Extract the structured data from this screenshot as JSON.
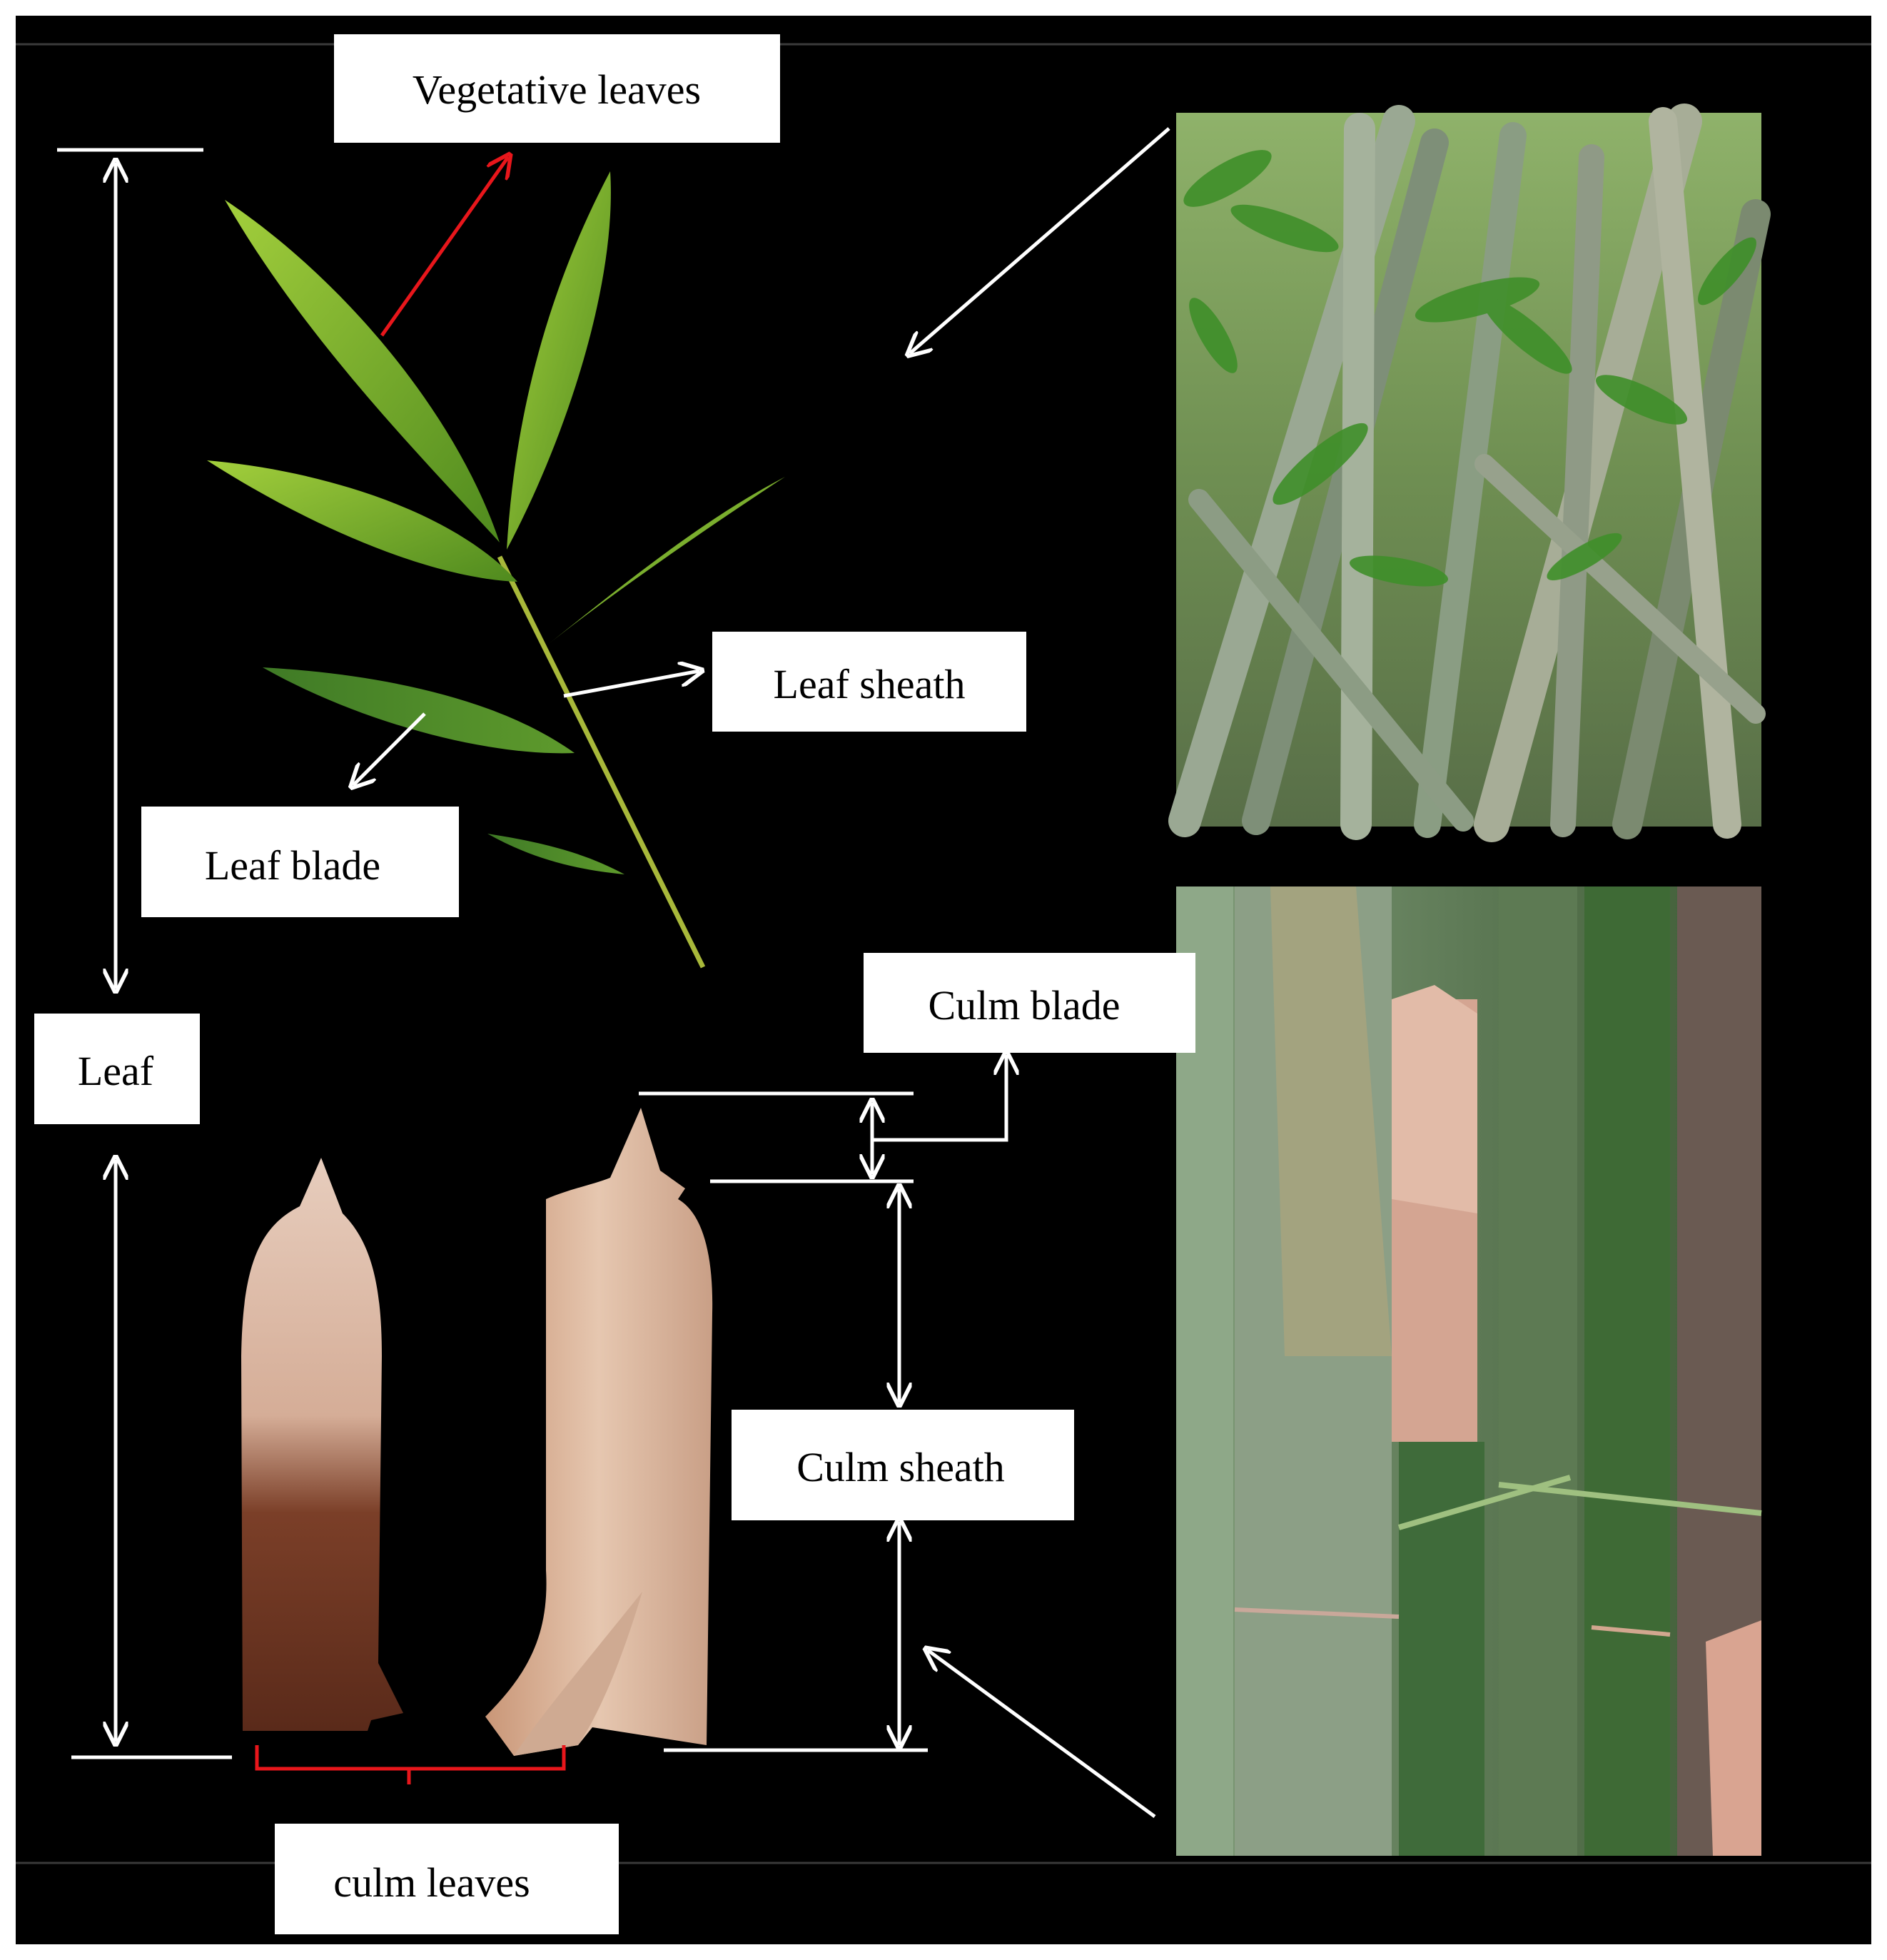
{
  "labels": {
    "vegetative_leaves": "Vegetative leaves",
    "leaf_sheath": "Leaf sheath",
    "leaf_blade": "Leaf blade",
    "leaf": "Leaf",
    "culm_blade": "Culm blade",
    "culm_sheath": "Culm sheath",
    "culm_leaves": "culm leaves"
  },
  "colors": {
    "background": "#000000",
    "frame": "#ffffff",
    "annotation": "#ffffff",
    "highlight_arrow": "#e8161b",
    "leaf_green": "#7db82e",
    "culm_sheath_tan": "#dcb8a0",
    "photo_culm_green": "#6f8f52"
  },
  "photos": {
    "top": "bamboo-culms-with-foliage-photo",
    "bottom": "culm-sheath-closeup-photo"
  }
}
